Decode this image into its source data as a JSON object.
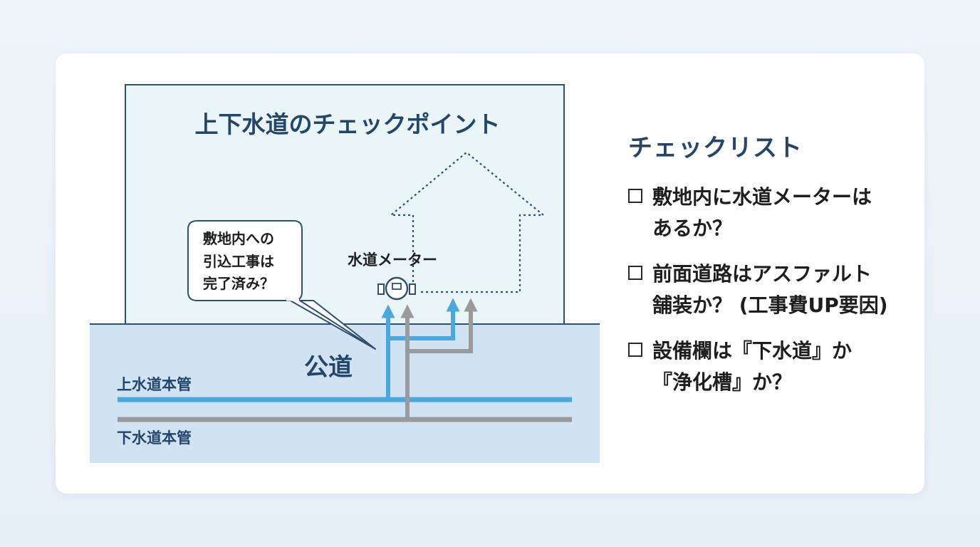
{
  "diagram": {
    "title": "上下水道のチェックポイント",
    "road_label": "公道",
    "water_main_label": "上水道本管",
    "sewer_main_label": "下水道本管",
    "meter_label": "水道メーター",
    "callout_lines": [
      "敷地内への",
      "引込工事は",
      "完了済み？"
    ]
  },
  "checklist": {
    "title": "チェックリスト",
    "items": [
      "敷地内に水道メーターは\nあるか？",
      "前面道路はアスファルト\n舗装か？ (工事費UP要因)",
      "設備欄は『下水道』か\n『浄化槽』か？"
    ]
  },
  "colors": {
    "water_pipe": "#4aa8e0",
    "sewer_pipe": "#9a9a9a",
    "site_fill": "#e9f5f7",
    "road_fill": "#cfe3f3",
    "title": "#24466b"
  }
}
